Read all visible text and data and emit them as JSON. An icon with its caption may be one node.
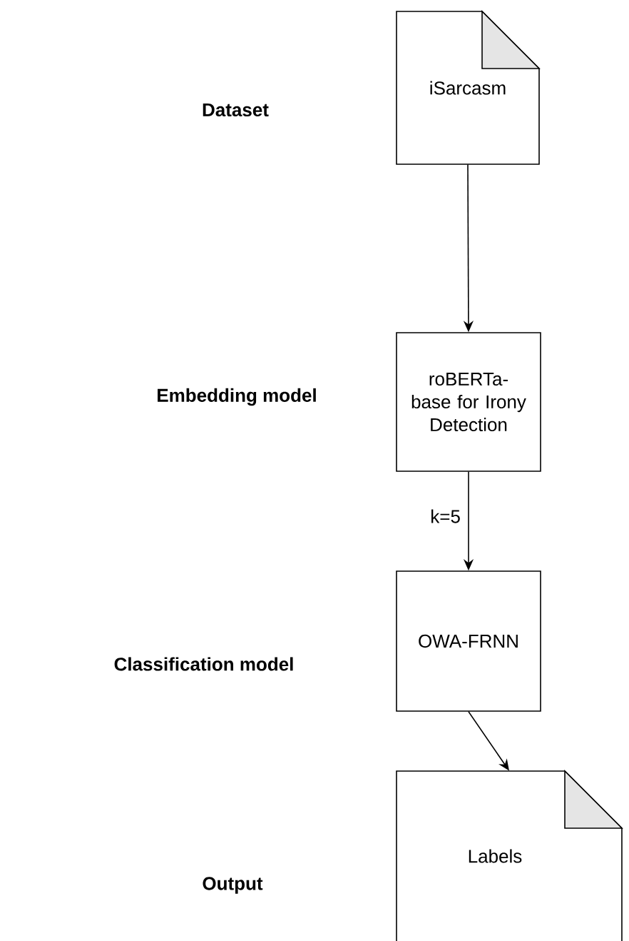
{
  "diagram": {
    "nodes": [
      {
        "text": [
          "iSarcasm"
        ]
      },
      {
        "text": [
          "roBERTa-base for Irony Detection"
        ]
      },
      {
        "text": [
          "OWA-FRNN"
        ]
      },
      {
        "text": [
          "Labels"
        ]
      }
    ],
    "edges": [
      {
        "from": 0,
        "to": 1,
        "arrow": "to"
      },
      {
        "from": 1,
        "to": 2,
        "arrow": "to",
        "label": "k=5"
      },
      {
        "from": 2,
        "to": 3,
        "arrow": "to"
      }
    ],
    "labels": [
      "Dataset",
      "Embedding model",
      "Classification model",
      "Output"
    ]
  }
}
